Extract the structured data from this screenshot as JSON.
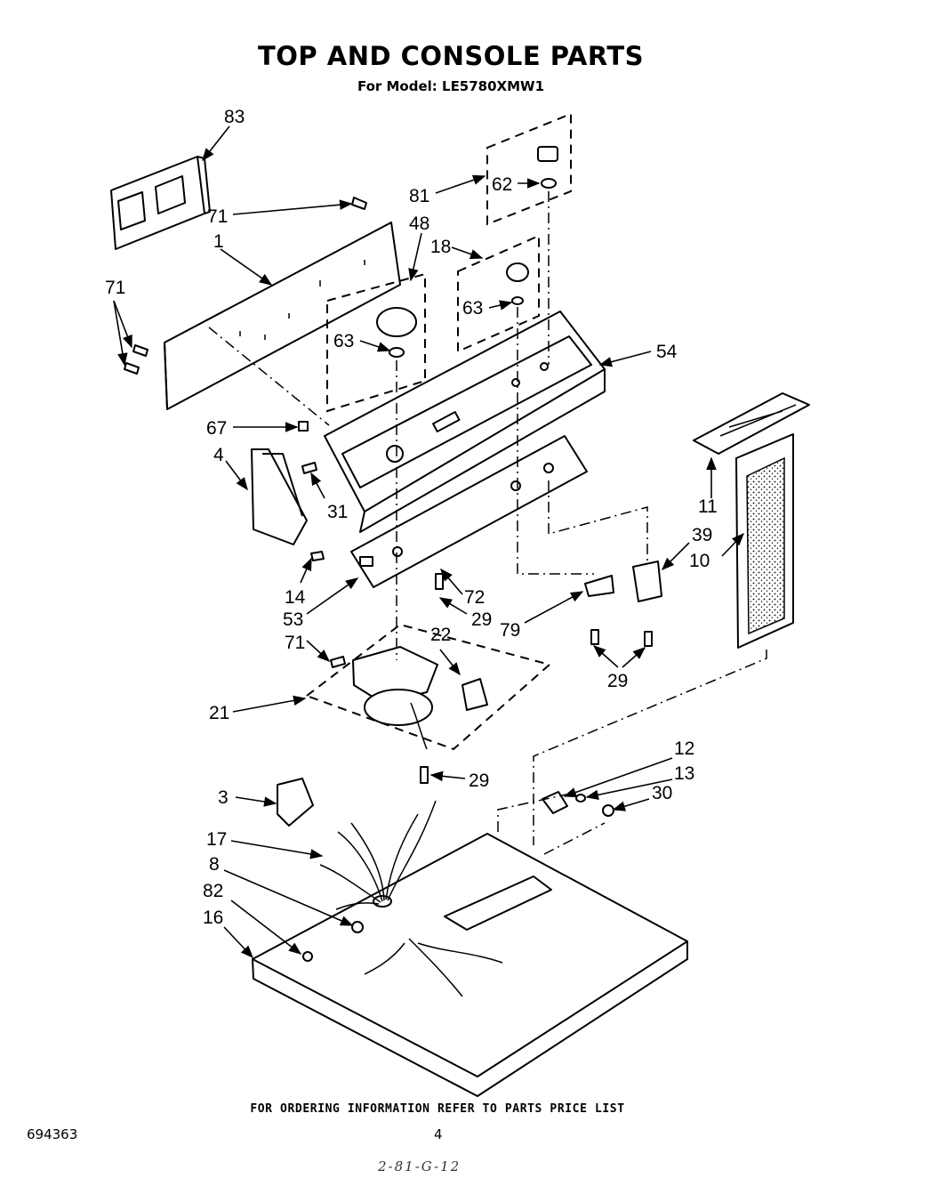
{
  "title": "TOP AND CONSOLE PARTS",
  "subtitle": "For Model: LE5780XMW1",
  "footer_note": "FOR ORDERING INFORMATION REFER TO PARTS PRICE LIST",
  "document_number": "694363",
  "page_number": "4",
  "handwritten_mark": "2-81-G-12",
  "callouts": {
    "c83": "83",
    "c71a": "71",
    "c1": "1",
    "c71b": "71",
    "c48": "48",
    "c81": "81",
    "c62": "62",
    "c18": "18",
    "c63a": "63",
    "c63b": "63",
    "c54": "54",
    "c67": "67",
    "c4": "4",
    "c31": "31",
    "c14": "14",
    "c53": "53",
    "c72": "72",
    "c29a": "29",
    "c71c": "71",
    "c22": "22",
    "c21": "21",
    "c79": "79",
    "c29b": "29",
    "c39": "39",
    "c10": "10",
    "c11": "11",
    "c29c": "29",
    "c12": "12",
    "c13": "13",
    "c30": "30",
    "c3": "3",
    "c17": "17",
    "c8": "8",
    "c82": "82",
    "c16": "16"
  }
}
